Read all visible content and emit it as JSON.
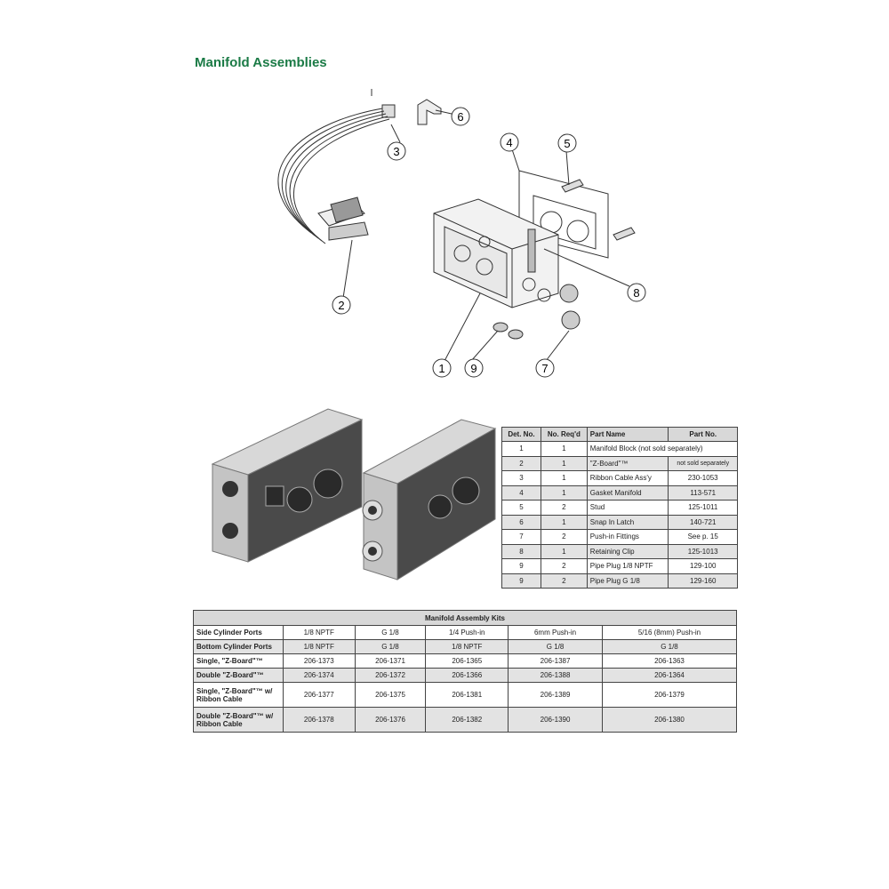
{
  "page": {
    "title": "Manifold Assemblies"
  },
  "diagram": {
    "callouts": [
      "1",
      "2",
      "3",
      "4",
      "5",
      "6",
      "7",
      "8",
      "9"
    ]
  },
  "parts_table": {
    "headers": [
      "Det. No.",
      "No. Req'd",
      "Part Name",
      "Part No."
    ],
    "rows": [
      [
        "1",
        "1",
        "Manifold Block (not sold separately)",
        ""
      ],
      [
        "2",
        "1",
        "\"Z-Board\"™",
        "not sold separately"
      ],
      [
        "3",
        "1",
        "Ribbon Cable Ass'y",
        "230-1053"
      ],
      [
        "4",
        "1",
        "Gasket Manifold",
        "113-571"
      ],
      [
        "5",
        "2",
        "Stud",
        "125-1011"
      ],
      [
        "6",
        "1",
        "Snap In Latch",
        "140-721"
      ],
      [
        "7",
        "2",
        "Push-in Fittings",
        "See p. 15"
      ],
      [
        "8",
        "1",
        "Retaining Clip",
        "125-1013"
      ],
      [
        "9",
        "2",
        "Pipe Plug 1/8 NPTF",
        "129-100"
      ],
      [
        "9",
        "2",
        "Pipe Plug G 1/8",
        "129-160"
      ]
    ]
  },
  "kits_table": {
    "caption": "Manifold Assembly Kits",
    "rows": [
      {
        "label": "Side Cylinder Ports",
        "cells": [
          "1/8 NPTF",
          "G 1/8",
          "1/4 Push-in",
          "6mm Push-in",
          "5/16 (8mm) Push-in"
        ]
      },
      {
        "label": "Bottom Cylinder Ports",
        "cells": [
          "1/8 NPTF",
          "G 1/8",
          "1/8 NPTF",
          "G 1/8",
          "G 1/8"
        ]
      },
      {
        "label": "Single, \"Z-Board\"™",
        "cells": [
          "206-1373",
          "206-1371",
          "206-1365",
          "206-1387",
          "206-1363"
        ]
      },
      {
        "label": "Double \"Z-Board\"™",
        "cells": [
          "206-1374",
          "206-1372",
          "206-1366",
          "206-1388",
          "206-1364"
        ]
      },
      {
        "label": "Single, \"Z-Board\"™ w/ Ribbon Cable",
        "cells": [
          "206-1377",
          "206-1375",
          "206-1381",
          "206-1389",
          "206-1379"
        ]
      },
      {
        "label": "Double \"Z-Board\"™ w/ Ribbon Cable",
        "cells": [
          "206-1378",
          "206-1376",
          "206-1382",
          "206-1390",
          "206-1380"
        ]
      }
    ]
  }
}
